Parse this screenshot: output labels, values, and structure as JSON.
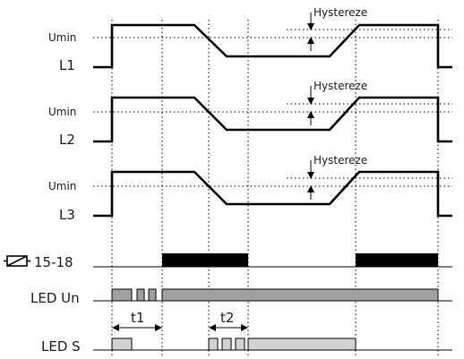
{
  "channels": [
    {
      "umin_label": "Umin",
      "line_label": "L1",
      "hysteresis_label": "Hystereze"
    },
    {
      "umin_label": "Umin",
      "line_label": "L2",
      "hysteresis_label": "Hystereze"
    },
    {
      "umin_label": "Umin",
      "line_label": "L3",
      "hysteresis_label": "Hystereze"
    }
  ],
  "relay": {
    "label": "15-18",
    "icon": "relay-coil-icon"
  },
  "led_un": {
    "label": "LED Un",
    "color": "#a0a0a0"
  },
  "led_s": {
    "label": "LED S",
    "color": "#d2d2d2"
  },
  "timings": {
    "t1": "t1",
    "t2": "t2"
  },
  "colors": {
    "relay_bar": "#000000",
    "led_un_fill": "#a0a0a0",
    "led_s_fill": "#d2d2d2"
  }
}
